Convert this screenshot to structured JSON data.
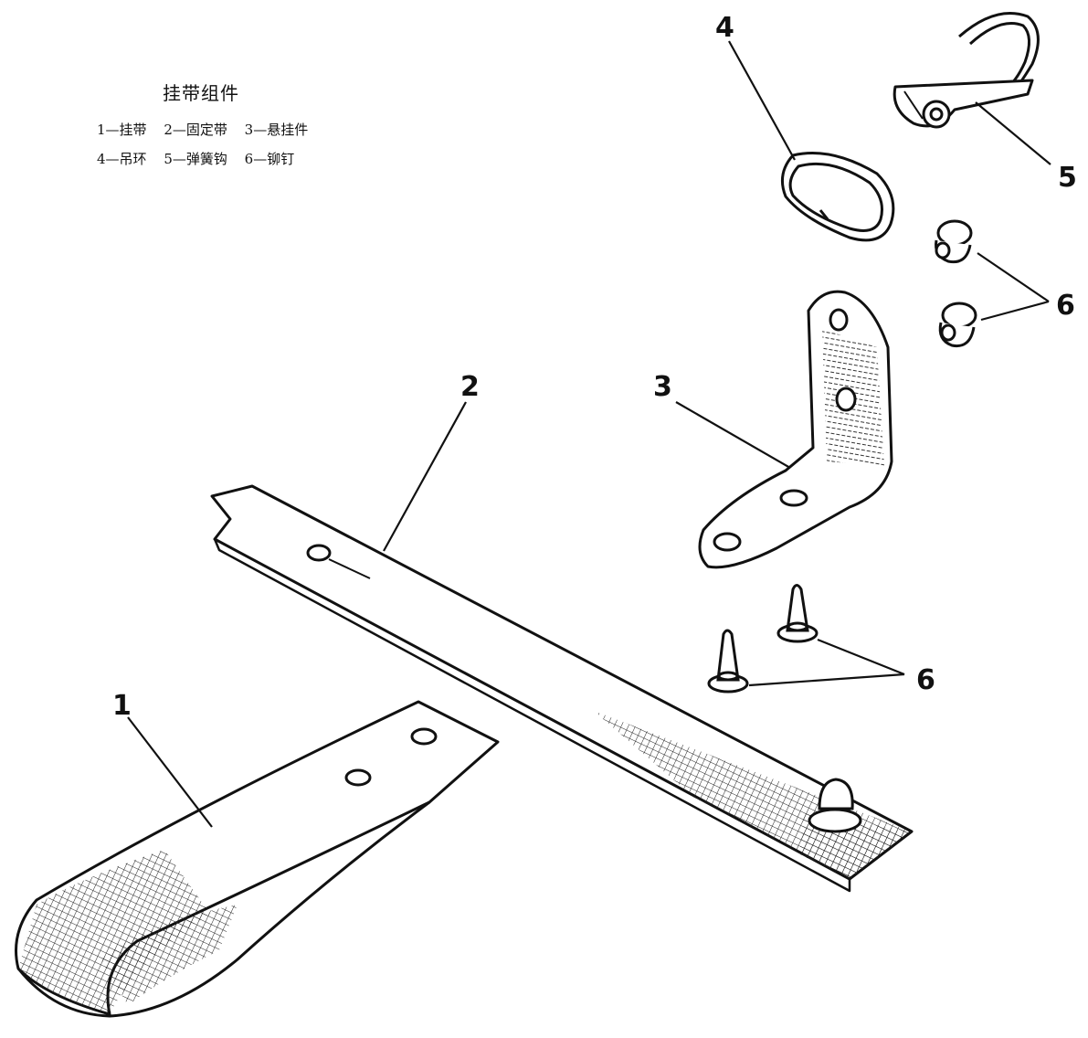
{
  "title": "挂带组件",
  "legend": [
    [
      {
        "num": "1",
        "text": "1—挂带"
      },
      {
        "num": "2",
        "text": "2—固定带"
      },
      {
        "num": "3",
        "text": "3—悬挂件"
      }
    ],
    [
      {
        "num": "4",
        "text": "4—吊环"
      },
      {
        "num": "5",
        "text": "5—弹簧钩"
      },
      {
        "num": "6",
        "text": "6—铆钉"
      }
    ]
  ],
  "callouts": {
    "c1": "1",
    "c2": "2",
    "c3": "3",
    "c4": "4",
    "c5": "5",
    "c6a": "6",
    "c6b": "6"
  }
}
